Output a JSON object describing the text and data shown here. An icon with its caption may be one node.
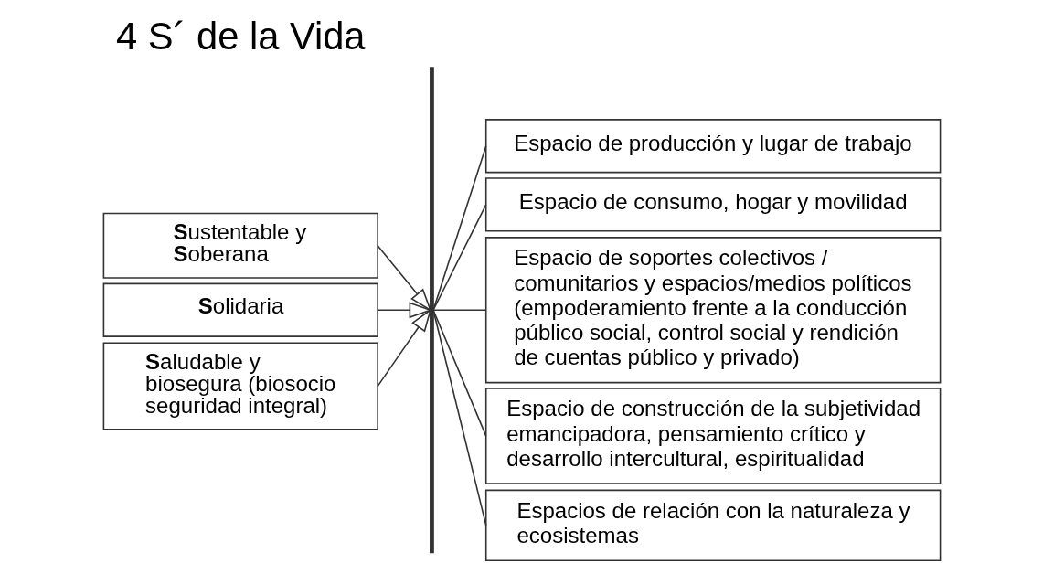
{
  "diagram": {
    "title": "4 S´ de la Vida",
    "nodes": [
      {
        "text": [
          "**S**ustentable y **S**oberana"
        ]
      },
      {
        "text": [
          "**S**olidaria"
        ]
      },
      {
        "text": [
          "**S**aludable y biosegura (biosocio seguridad integral)"
        ]
      },
      {
        "text": [],
        "shape": "bar"
      },
      {
        "text": [
          "Espacio de producción y lugar de trabajo"
        ]
      },
      {
        "text": [
          "Espacio de consumo, hogar y movilidad"
        ]
      },
      {
        "text": [
          "Espacio de soportes colectivos / comunitarios y espacios/medios políticos (empoderamiento frente a la conducción público social, control social y rendición de cuentas público y privado)"
        ]
      },
      {
        "text": [
          "Espacio de construcción de la subjetividad emancipadora, pensamiento crítico y desarrollo intercultural, espiritualidad"
        ]
      },
      {
        "text": [
          "Espacios de relación con la naturaleza y ecosistemas"
        ]
      }
    ],
    "edges": [
      {
        "from": 0,
        "to": 3,
        "arrow": "to"
      },
      {
        "from": 1,
        "to": 3,
        "arrow": "to"
      },
      {
        "from": 2,
        "to": 3,
        "arrow": "to"
      },
      {
        "from": 3,
        "to": 4,
        "arrow": "none"
      },
      {
        "from": 3,
        "to": 5,
        "arrow": "none"
      },
      {
        "from": 3,
        "to": 6,
        "arrow": "none"
      },
      {
        "from": 3,
        "to": 7,
        "arrow": "none"
      },
      {
        "from": 3,
        "to": 8,
        "arrow": "none"
      }
    ]
  }
}
